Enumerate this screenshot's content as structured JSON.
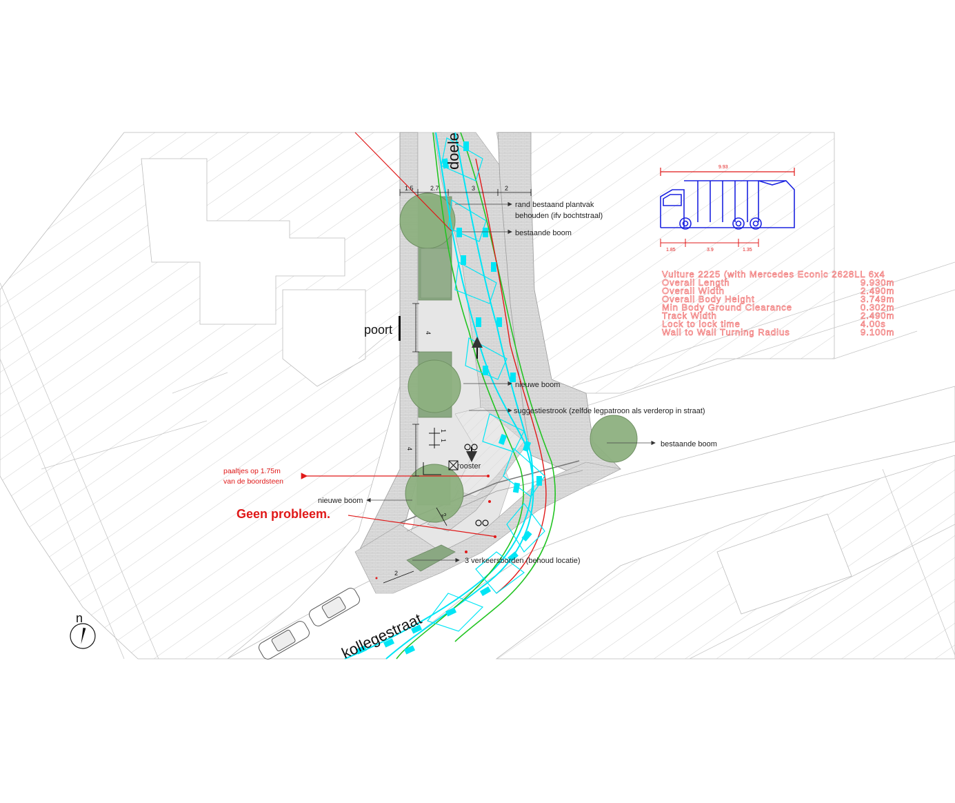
{
  "streets": {
    "top": "doele",
    "bottom": "kollegestraat"
  },
  "gate_label": "poort",
  "north_label": "n",
  "dimensions": {
    "top_widths": [
      "1.5",
      "2.7",
      "3",
      "2"
    ],
    "spacing_top": "4",
    "spacing_bottom": "4",
    "small_a": "1",
    "small_b": "1",
    "corner": "2",
    "bottom_left": "2"
  },
  "annotations": {
    "rand_1": "rand bestaand plantvak",
    "rand_2": "behouden (ifv bochtstraal)",
    "bestaande_boom_top": "bestaande boom",
    "nieuwe_boom_mid": "nieuwe boom",
    "suggestiestrook": "suggestiestrook (zelfde legpatroon als verderop in straat)",
    "bestaande_boom_right": "bestaande boom",
    "rooster": "rooster",
    "paaltjes_1": "paaltjes op 1.75m",
    "paaltjes_2": "van de boordsteen",
    "nieuwe_boom_left": "nieuwe boom",
    "geen_probleem": "Geen probleem.",
    "verkeersborden": "3 verkeersborden (behoud locatie)"
  },
  "vehicle": {
    "length_label": "9.93",
    "axle_labels": [
      "1.85",
      "3.9",
      "1.35"
    ],
    "spec_lines": [
      {
        "label": "Vulture 2225 (with Mercedes Econic 2628LL 6x4",
        "value": ""
      },
      {
        "label": "Overall Length",
        "value": "9.930m"
      },
      {
        "label": "Overall Width",
        "value": "2.490m"
      },
      {
        "label": "Overall Body Height",
        "value": "3.749m"
      },
      {
        "label": "Min Body Ground Clearance",
        "value": "0.302m"
      },
      {
        "label": "Track Width",
        "value": "2.490m"
      },
      {
        "label": "Lock to lock time",
        "value": "4.00s"
      },
      {
        "label": "Wall to Wall Turning Radius",
        "value": "9.100m"
      }
    ]
  },
  "colors": {
    "paving": "#dcdcdc",
    "planting": "#8aa882",
    "tree": "#8db07f",
    "vehicle_path": "#00e5f5",
    "turning_green": "#22c422",
    "turning_red": "#e01818",
    "vehicle_blue": "#1a22e0"
  }
}
